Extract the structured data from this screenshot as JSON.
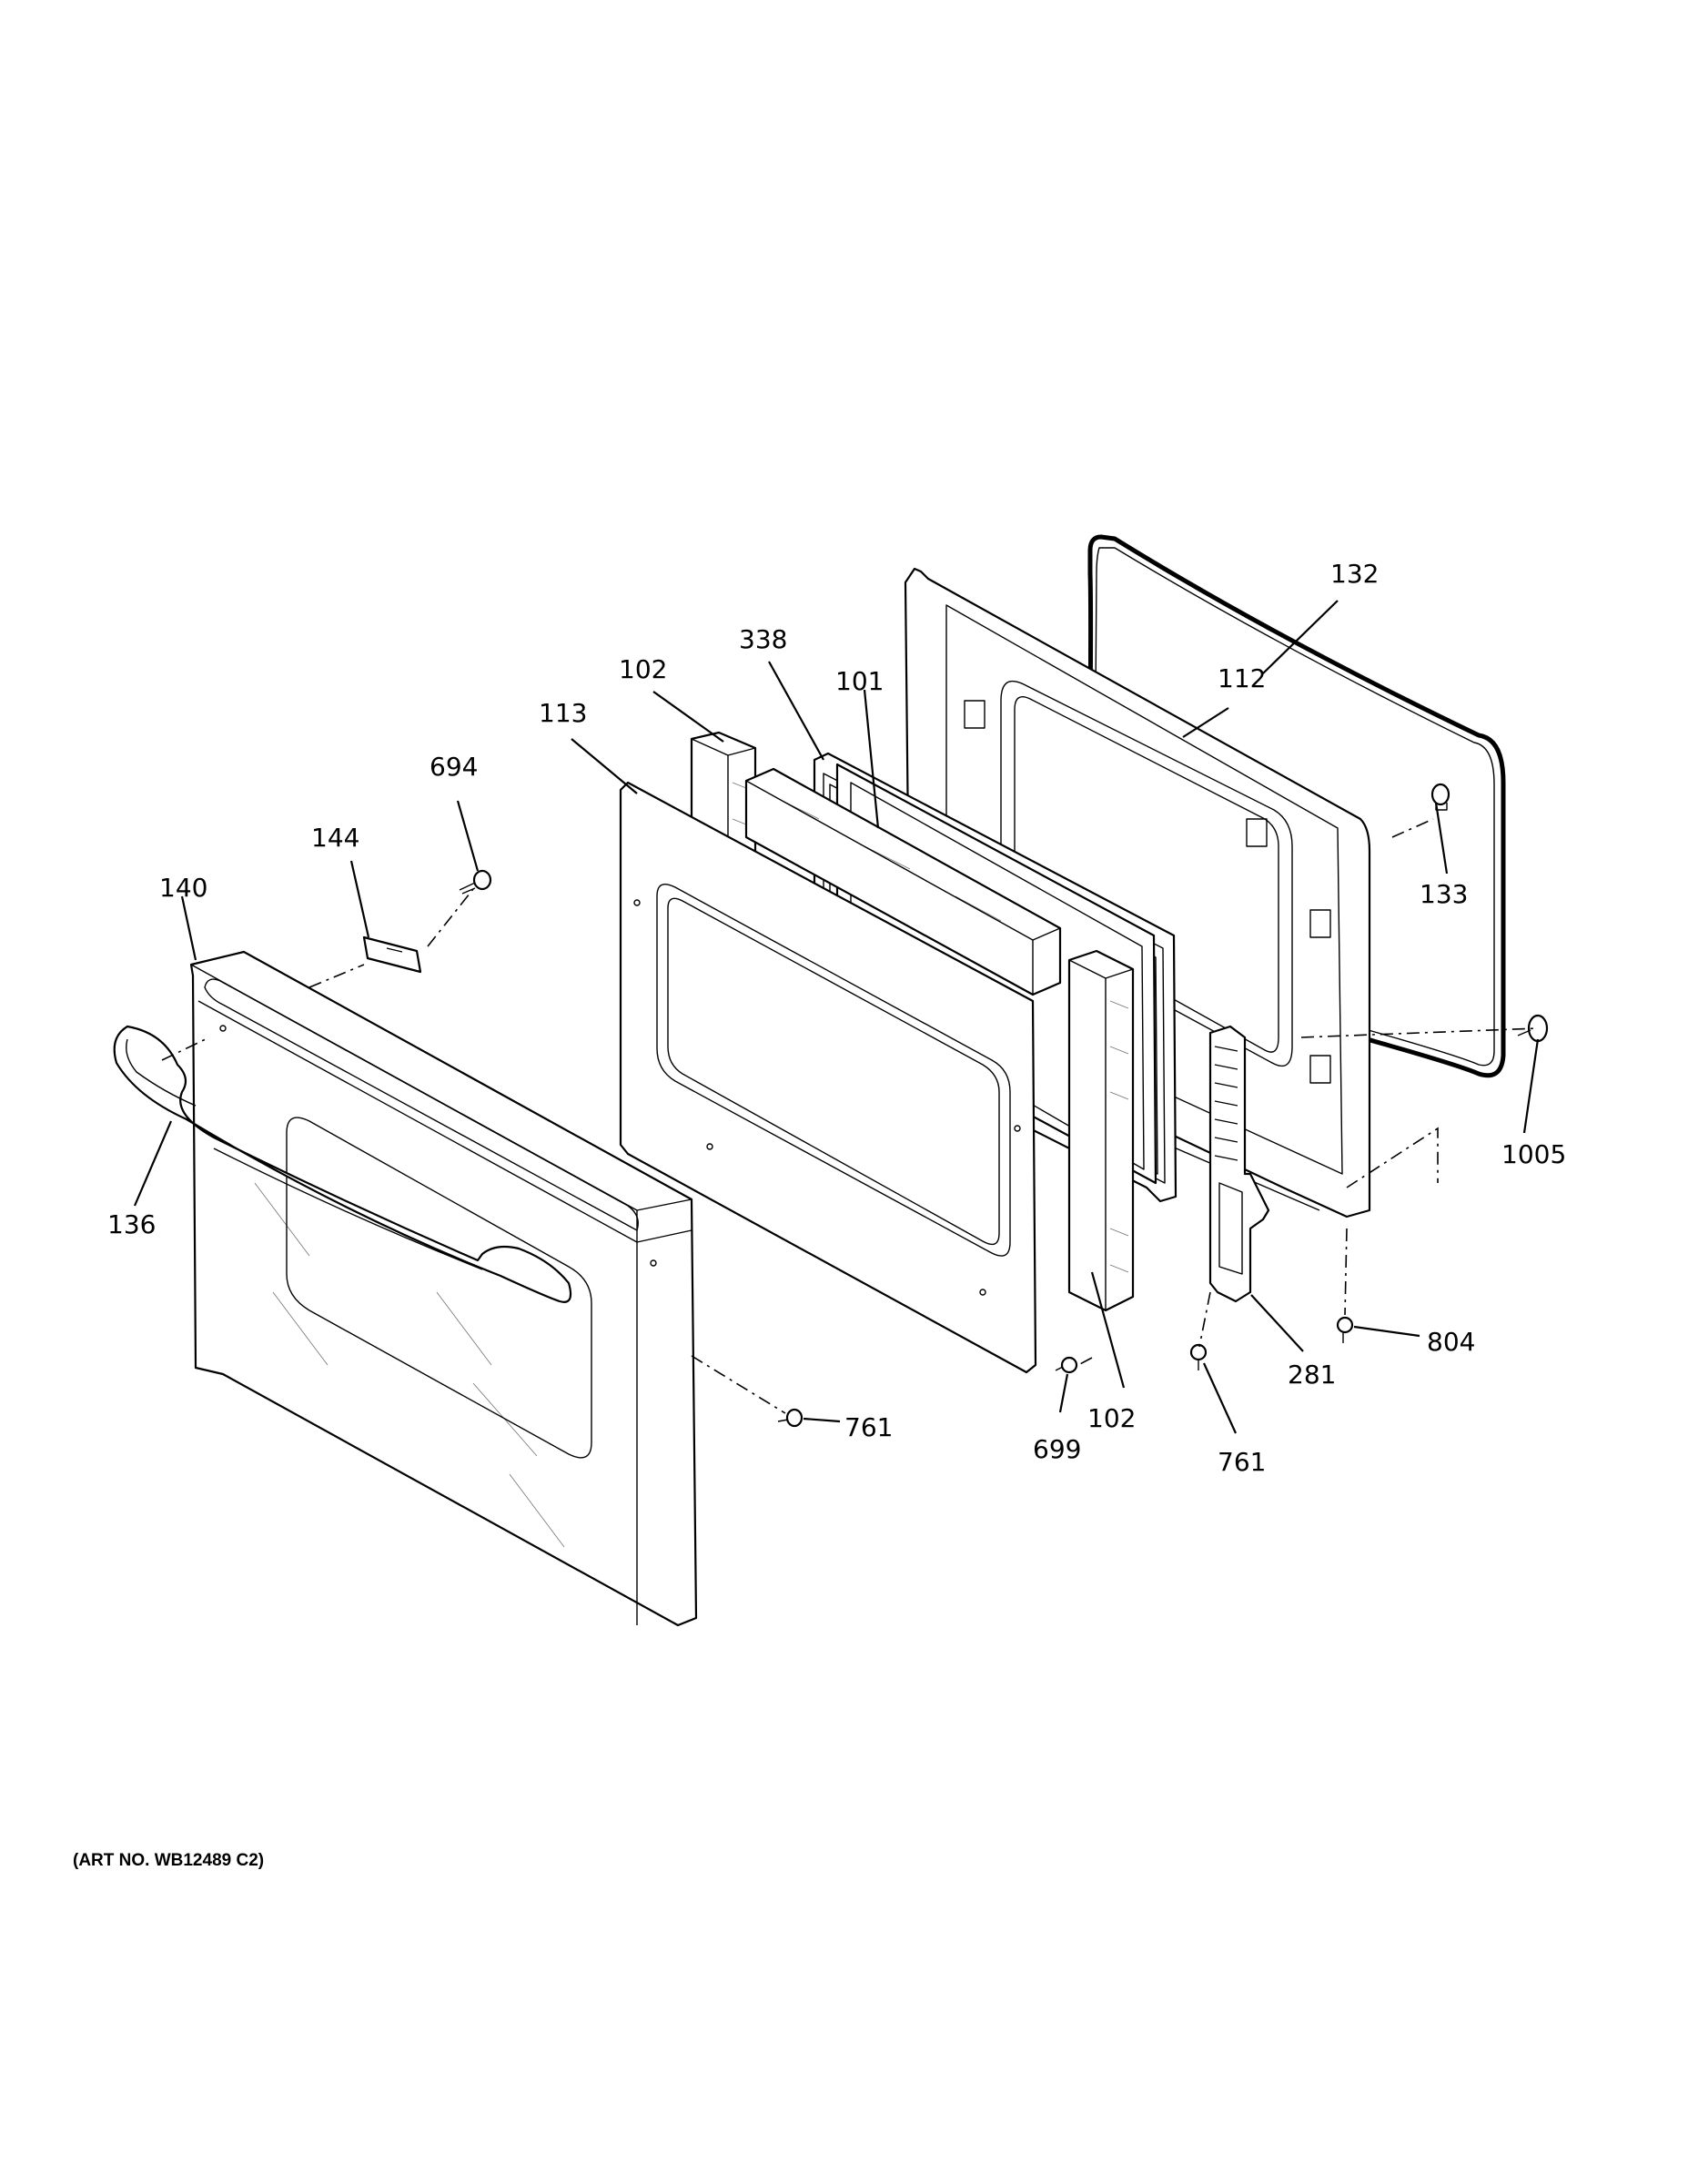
{
  "diagram": {
    "art_number": "(ART NO. WB12489 C2)",
    "callouts": {
      "c132": "132",
      "c112": "112",
      "c338": "338",
      "c101": "101",
      "c102a": "102",
      "c113": "113",
      "c694": "694",
      "c144": "144",
      "c140": "140",
      "c133": "133",
      "c1005": "1005",
      "c136": "136",
      "c804": "804",
      "c281": "281",
      "c761a": "761",
      "c102b": "102",
      "c699": "699",
      "c761b": "761"
    }
  }
}
